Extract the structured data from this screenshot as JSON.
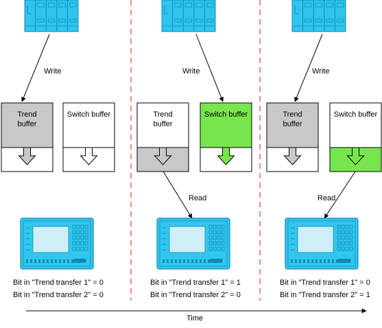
{
  "colors": {
    "plc": "#2fc4ee",
    "plc_dark": "#1189b8",
    "hmi": "#31c6ee",
    "hmi_screen": "#cfeff8",
    "trend_fill": "#c8c8c8",
    "switch_fill": "#77e64c",
    "separator": "#e04040"
  },
  "icons": {
    "plc": "plc-controller-icon",
    "hmi": "hmi-operator-panel-icon"
  },
  "time_label": "Time",
  "panels": [
    {
      "write_label": "Write",
      "read_label": "",
      "trend": {
        "label_line1": "Trend",
        "label_line2": "buffer",
        "fill": "full"
      },
      "switch": {
        "label_line1": "Switch buffer",
        "label_line2": "",
        "fill": "none"
      },
      "status1": "Bit in \"Trend transfer 1\" = 0",
      "status2": "Bit in \"Trend transfer 2\" = 0"
    },
    {
      "write_label": "Write",
      "read_label": "Read",
      "trend": {
        "label_line1": "Trend",
        "label_line2": "buffer",
        "fill": "bottom"
      },
      "switch": {
        "label_line1": "Switch buffer",
        "label_line2": "",
        "fill": "full"
      },
      "status1": "Bit in \"Trend transfer 1\" = 1",
      "status2": "Bit in \"Trend transfer 2\" = 0"
    },
    {
      "write_label": "Write",
      "read_label": "Read",
      "trend": {
        "label_line1": "Trend",
        "label_line2": "buffer",
        "fill": "full"
      },
      "switch": {
        "label_line1": "Switch buffer",
        "label_line2": "",
        "fill": "bottom"
      },
      "status1": "Bit in \"Trend transfer 1\" = 0",
      "status2": "Bit in \"Trend transfer 2\" = 1"
    }
  ]
}
